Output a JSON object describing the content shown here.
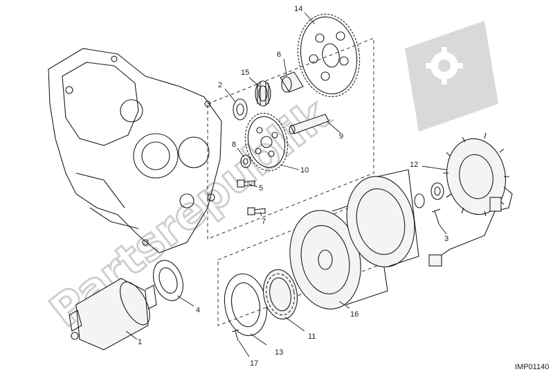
{
  "watermark": {
    "text": "Partsrepublik",
    "icon": "gear-flag-logo",
    "color": "#d0d0d0"
  },
  "figure_code": "IMP01140",
  "callouts": [
    {
      "id": "1",
      "part": "starter-motor"
    },
    {
      "id": "2",
      "part": "washer"
    },
    {
      "id": "3",
      "part": "bolt"
    },
    {
      "id": "4",
      "part": "gasket"
    },
    {
      "id": "5",
      "part": "bolt"
    },
    {
      "id": "6",
      "part": "bushing"
    },
    {
      "id": "7",
      "part": "bolt"
    },
    {
      "id": "8",
      "part": "washer"
    },
    {
      "id": "9",
      "part": "shaft"
    },
    {
      "id": "10",
      "part": "intermediate-gear"
    },
    {
      "id": "11",
      "part": "freewheel"
    },
    {
      "id": "12",
      "part": "stator"
    },
    {
      "id": "13",
      "part": "cover-plate"
    },
    {
      "id": "14",
      "part": "starter-gear"
    },
    {
      "id": "15",
      "part": "needle-bearing"
    },
    {
      "id": "16",
      "part": "flywheel-rotor"
    },
    {
      "id": "17",
      "part": "screw"
    }
  ],
  "colors": {
    "line": "#1a1a1a",
    "background": "#ffffff"
  }
}
